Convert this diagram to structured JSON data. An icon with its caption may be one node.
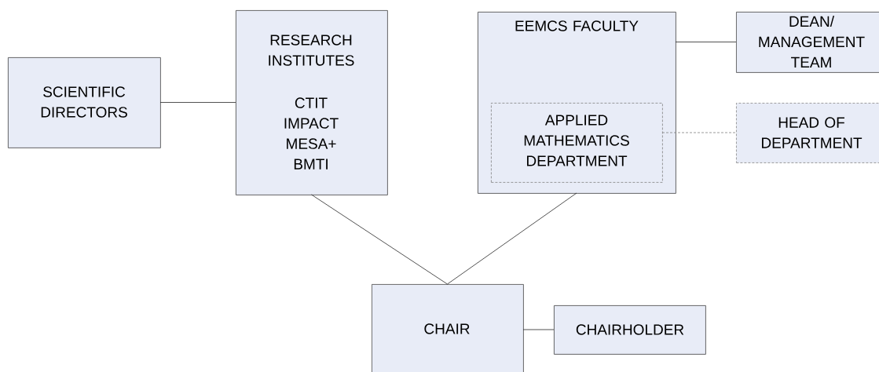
{
  "diagram": {
    "nodes": [
      {
        "text": [
          "SCIENTIFIC DIRECTORS"
        ]
      },
      {
        "text": [
          "RESEARCH INSTITUTES",
          "CTIT IMPACT MESA+ BMTI"
        ]
      },
      {
        "text": [
          "EEMCS FACULTY"
        ]
      },
      {
        "text": [
          "APPLIED MATHEMATICS DEPARTMENT"
        ],
        "in": 2
      },
      {
        "text": [
          "DEAN/ MANAGEMENT TEAM"
        ]
      },
      {
        "text": [
          "HEAD OF DEPARTMENT"
        ]
      },
      {
        "text": [
          "CHAIR"
        ]
      },
      {
        "text": [
          "CHAIRHOLDER"
        ]
      }
    ],
    "edges": [
      {
        "from": 0,
        "to": 1,
        "arrow": "none"
      },
      {
        "from": 2,
        "to": 4,
        "arrow": "none"
      },
      {
        "from": 3,
        "to": 5,
        "arrow": "none",
        "style": "dashed",
        "color": "#808080"
      },
      {
        "from": 1,
        "to": 6,
        "arrow": "none"
      },
      {
        "from": 2,
        "to": 6,
        "arrow": "none"
      },
      {
        "from": 6,
        "to": 7,
        "arrow": "none"
      }
    ]
  }
}
